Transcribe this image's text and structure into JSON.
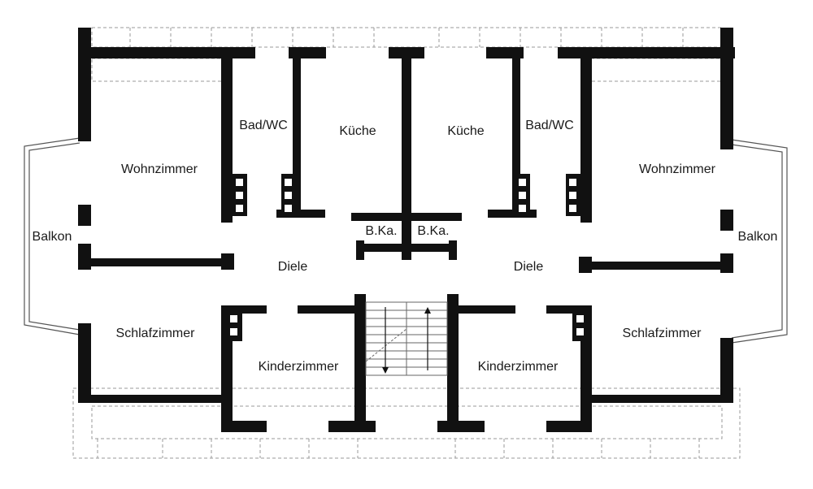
{
  "plan": {
    "colors": {
      "wall": "#111111",
      "dash": "#9a9a9a",
      "background": "#ffffff"
    },
    "rooms": [
      {
        "id": "wohnzimmer-left",
        "label": "Wohnzimmer"
      },
      {
        "id": "bad-wc-left",
        "label": "Bad/WC"
      },
      {
        "id": "kueche-left",
        "label": "Küche"
      },
      {
        "id": "kueche-right",
        "label": "Küche"
      },
      {
        "id": "bad-wc-right",
        "label": "Bad/WC"
      },
      {
        "id": "wohnzimmer-right",
        "label": "Wohnzimmer"
      },
      {
        "id": "balkon-left",
        "label": "Balkon"
      },
      {
        "id": "balkon-right",
        "label": "Balkon"
      },
      {
        "id": "bka-left",
        "label": "B.Ka."
      },
      {
        "id": "bka-right",
        "label": "B.Ka."
      },
      {
        "id": "diele-left",
        "label": "Diele"
      },
      {
        "id": "diele-right",
        "label": "Diele"
      },
      {
        "id": "schlafzimmer-left",
        "label": "Schlafzimmer"
      },
      {
        "id": "kinderzimmer-left",
        "label": "Kinderzimmer"
      },
      {
        "id": "kinderzimmer-right",
        "label": "Kinderzimmer"
      },
      {
        "id": "schlafzimmer-right",
        "label": "Schlafzimmer"
      }
    ]
  }
}
